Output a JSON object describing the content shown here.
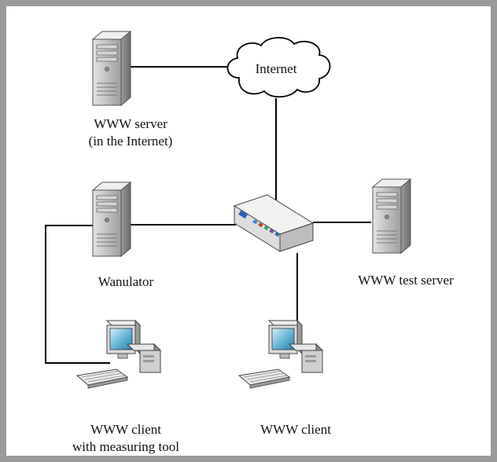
{
  "nodes": {
    "internet_cloud": {
      "label": "Internet"
    },
    "www_server": {
      "label_line1": "WWW server",
      "label_line2": "(in the Internet)"
    },
    "wanulator": {
      "label": "Wanulator"
    },
    "switch": {
      "label": ""
    },
    "www_test_server": {
      "label": "WWW test server"
    },
    "www_client_measuring": {
      "label_line1": "WWW client",
      "label_line2": "with measuring tool"
    },
    "www_client": {
      "label": "WWW client"
    }
  },
  "colors": {
    "frame": "#9a9a9a",
    "line": "#000000",
    "server_body": "#b9b9b9",
    "monitor_screen": "#4aa3c8"
  }
}
